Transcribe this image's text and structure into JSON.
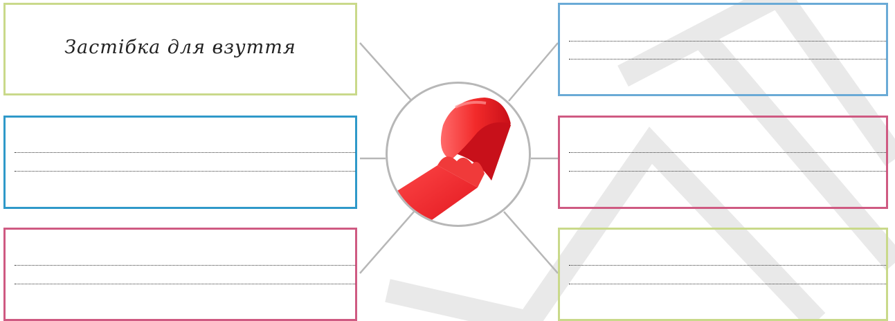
{
  "diagram": {
    "center_image": "red-velcro-strap",
    "boxes": [
      {
        "id": "top-left",
        "text": "Застібка для взуття",
        "border_color": "#c9d98a"
      },
      {
        "id": "mid-left",
        "text": "",
        "border_color": "#2f99c9"
      },
      {
        "id": "bottom-left",
        "text": "",
        "border_color": "#cf5a82"
      },
      {
        "id": "top-right",
        "text": "",
        "border_color": "#6aaad6"
      },
      {
        "id": "mid-right",
        "text": "",
        "border_color": "#cf5a82"
      },
      {
        "id": "bottom-right",
        "text": "",
        "border_color": "#c9d98a"
      }
    ],
    "connector_color": "#b7b7b7",
    "watermark": "ДПТД"
  }
}
